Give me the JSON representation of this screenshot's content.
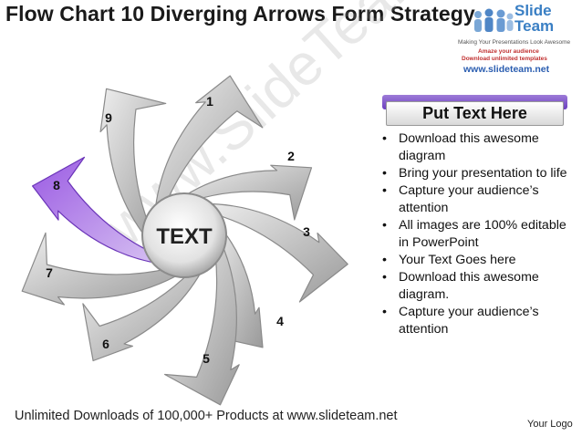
{
  "title": "Flow Chart 10 Diverging Arrows Form Strategy",
  "logo": {
    "name_top": "Slide",
    "name_bottom": "Team",
    "tagline": "Making Your Presentations Look Awesome",
    "line1": "Amaze your audience",
    "line2": "Download unlimited templates",
    "url": "www.slideteam.net"
  },
  "watermark": "www.SlideTeam.net",
  "diagram": {
    "center_label": "TEXT",
    "arrows": [
      {
        "number": "1",
        "color": "#b0b0b0",
        "highlight": false
      },
      {
        "number": "2",
        "color": "#b0b0b0",
        "highlight": false
      },
      {
        "number": "3",
        "color": "#b0b0b0",
        "highlight": false
      },
      {
        "number": "4",
        "color": "#b0b0b0",
        "highlight": false
      },
      {
        "number": "5",
        "color": "#b0b0b0",
        "highlight": false
      },
      {
        "number": "6",
        "color": "#b0b0b0",
        "highlight": false
      },
      {
        "number": "7",
        "color": "#b0b0b0",
        "highlight": false
      },
      {
        "number": "8",
        "color": "#8a4fd6",
        "highlight": true
      },
      {
        "number": "9",
        "color": "#b0b0b0",
        "highlight": false
      }
    ]
  },
  "text_panel": {
    "heading": "Put Text Here",
    "bullets": [
      "Download this awesome diagram",
      "Bring your presentation to life",
      "Capture your audience’s attention",
      "All images are 100% editable in PowerPoint",
      "Your Text Goes here",
      "Download this awesome diagram.",
      "Capture your audience’s attention"
    ]
  },
  "footer": "Unlimited Downloads of 100,000+ Products at www.slideteam.net",
  "your_logo": "Your Logo"
}
